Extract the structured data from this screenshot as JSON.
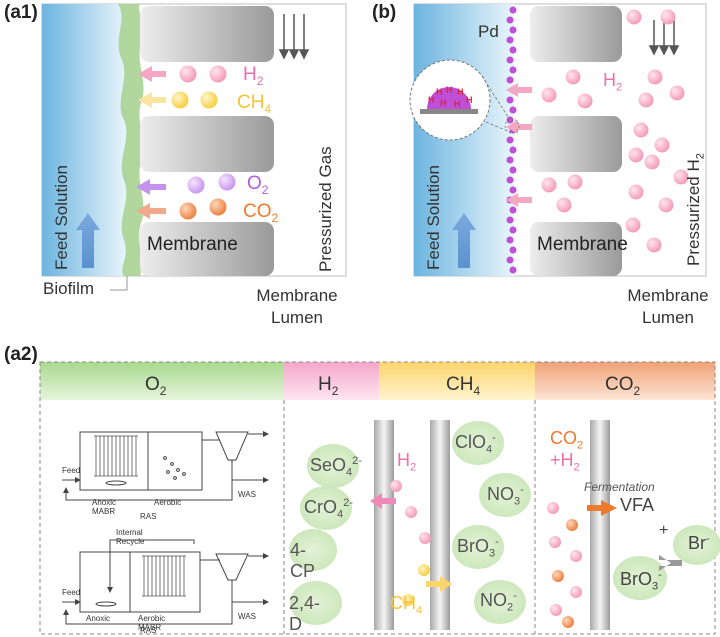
{
  "panel_a1": {
    "label": "(a1)",
    "h2_label": "H",
    "h2_sub": "2",
    "ch4_label": "CH",
    "ch4_sub": "4",
    "o2_label": "O",
    "o2_sub": "2",
    "co2_label": "CO",
    "co2_sub": "2",
    "feed_solution": "Feed Solution",
    "pressurized_gas": "Pressurized Gas",
    "membrane": "Membrane",
    "biofilm": "Biofilm",
    "lumen_line1": "Membrane",
    "lumen_line2": "Lumen"
  },
  "panel_b": {
    "label": "(b)",
    "pd": "Pd",
    "h2_label": "H",
    "h2_sub": "2",
    "h_atom": "H",
    "feed_solution": "Feed Solution",
    "pressurized_h2": "Pressurized H",
    "pressurized_h2_sub": "2",
    "membrane": "Membrane",
    "lumen_line1": "Membrane",
    "lumen_line2": "Lumen"
  },
  "panel_a2": {
    "label": "(a2)",
    "headers": {
      "o2": "O",
      "o2_sub": "2",
      "h2": "H",
      "h2_sub": "2",
      "ch4": "CH",
      "ch4_sub": "4",
      "co2": "CO",
      "co2_sub": "2"
    },
    "colors": {
      "o2": "#a9d98e",
      "h2": "#f5a6c8",
      "ch4": "#fbd46b",
      "co2": "#f0a176",
      "h2_text": "#ef6fa8",
      "ch4_text": "#f6c435",
      "co2_text": "#ee7a2c"
    },
    "o2_schematic": {
      "top": {
        "feed": "Feed",
        "anoxic": "Anoxic MABR",
        "aerobic": "Aerobic",
        "was": "WAS",
        "ras": "RAS"
      },
      "bottom": {
        "internal_recycle": "Internal Recycle",
        "feed": "Feed",
        "anoxic": "Anoxic",
        "aerobic": "Aerobic MABR",
        "was": "WAS",
        "ras": "RAS"
      }
    },
    "h2_ch4_section": {
      "seo4": "SeO",
      "seo4_sub": "4",
      "seo4_sup": "2-",
      "cro4": "CrO",
      "cro4_sub": "4",
      "cro4_sup": "2-",
      "cp": "4-CP",
      "d24": "2,4-D",
      "h2": "H",
      "h2_sub": "2",
      "ch4": "CH",
      "ch4_sub": "4",
      "clo4": "ClO",
      "clo4_sub": "4",
      "clo4_sup": "-",
      "no3": "NO",
      "no3_sub": "3",
      "no3_sup": "-",
      "bro3": "BrO",
      "bro3_sub": "3",
      "bro3_sup": "-",
      "no2": "NO",
      "no2_sub": "2",
      "no2_sup": "-"
    },
    "co2_section": {
      "co2": "CO",
      "co2_sub": "2",
      "plus_h2": "+H",
      "plus_h2_sub": "2",
      "fermentation": "Fermentation",
      "vfa": "VFA",
      "plus": "+",
      "bro3": "BrO",
      "bro3_sub": "3",
      "bro3_sup": "-",
      "br": "Br",
      "br_sup": "-"
    }
  }
}
